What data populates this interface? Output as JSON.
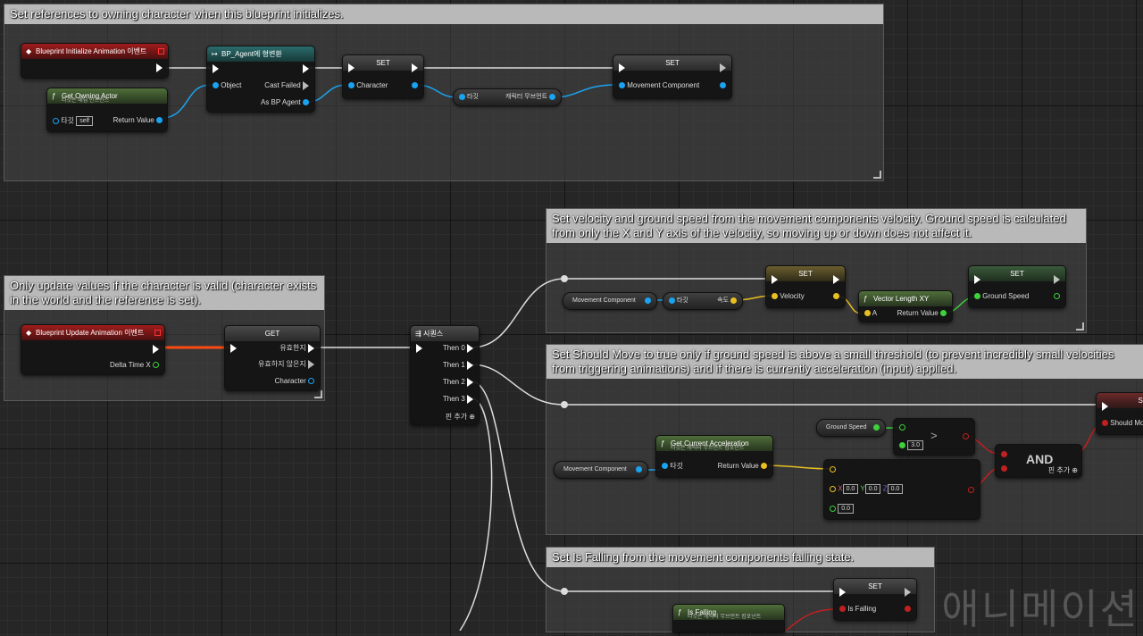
{
  "comments": {
    "c1": "Set references to owning character when this blueprint initializes.",
    "c2": "Only update values if the character is valid (character exists in the world and the reference is set).",
    "c3": "Set velocity and ground speed from the movement components velocity. Ground speed is calculated from only the X and Y axis of the velocity, so moving up or down does not affect it.",
    "c4": "Set Should Move to true only if ground speed is above a small threshold (to prevent incredibly small velocities from triggering animations) and if there is currently acceleration (input) applied.",
    "c5": "Set Is Falling from the movement components falling state."
  },
  "nodes": {
    "init_event": {
      "title": "Blueprint Initialize Animation 이벤트"
    },
    "owning_actor": {
      "title": "Get Owning Actor",
      "sub": "타깃은 애님 인스턴스",
      "target": "타깃",
      "self": "self",
      "ret": "Return Value"
    },
    "cast": {
      "title": "BP_Agent에 형변환",
      "object": "Object",
      "failed": "Cast Failed",
      "as": "As BP Agent"
    },
    "set1": {
      "title": "SET",
      "pin": "Character"
    },
    "target_cmc1": {
      "target": "타깃",
      "label": "캐릭터 무브먼트"
    },
    "set2": {
      "title": "SET",
      "pin": "Movement Component"
    },
    "update_event": {
      "title": "Blueprint Update Animation 이벤트",
      "delta": "Delta Time X"
    },
    "get_valid": {
      "title": "GET",
      "valid": "유효한지",
      "invalid": "유효하지 않은지",
      "character": "Character"
    },
    "sequence": {
      "title": "시퀀스",
      "then0": "Then 0",
      "then1": "Then 1",
      "then2": "Then 2",
      "then3": "Then 3",
      "add": "핀 추가"
    },
    "mc1": {
      "label": "Movement Component"
    },
    "vel_target": {
      "target": "타깃",
      "label": "속도"
    },
    "set_vel": {
      "title": "SET",
      "pin": "Velocity"
    },
    "vlen": {
      "title": "Vector Length XY",
      "a": "A",
      "ret": "Return Value"
    },
    "set_gs": {
      "title": "SET",
      "pin": "Ground Speed"
    },
    "ground_speed": {
      "label": "Ground Speed"
    },
    "greater": {
      "symbol": ">",
      "value": "3.0"
    },
    "mc2": {
      "label": "Movement Component"
    },
    "get_accel": {
      "title": "Get Current Acceleration",
      "sub": "타깃은 캐릭터 무브먼트 컴포넌트",
      "target": "타깃",
      "ret": "Return Value"
    },
    "not_equal": {
      "x_label": "X",
      "x": "0.0",
      "y_label": "Y",
      "y": "0.0",
      "z_label": "Z",
      "z": "0.0",
      "tol": "0.0"
    },
    "and": {
      "title": "AND",
      "add": "핀 추가"
    },
    "set_move": {
      "title": "SET",
      "pin": "Should Move"
    },
    "set_fall": {
      "title": "SET",
      "pin": "Is Falling"
    },
    "is_falling": {
      "title": "Is Falling",
      "sub": "타깃은 캐릭터 무브먼트 컴포넌트"
    }
  },
  "watermark": "애니메이션"
}
